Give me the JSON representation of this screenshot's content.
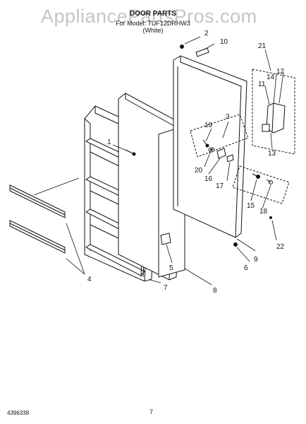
{
  "watermark": "AppliancePartsPros.com",
  "header": {
    "title": "DOOR PARTS",
    "model_line": "For Model: TUF12DRHW3",
    "color_line": "(White)"
  },
  "callouts": {
    "c1": "1",
    "c2": "2",
    "c3": "3",
    "c4": "4",
    "c5": "5",
    "c6": "6",
    "c7": "7",
    "c8": "8",
    "c9": "9",
    "c10": "10",
    "c11": "11",
    "c12": "12",
    "c13": "13",
    "c14": "14",
    "c15": "15",
    "c16": "16",
    "c17": "17",
    "c18": "18",
    "c19": "19",
    "c20": "20",
    "c21": "21",
    "c22": "22"
  },
  "footer": {
    "doc_number": "4396338",
    "page_number": "7"
  }
}
